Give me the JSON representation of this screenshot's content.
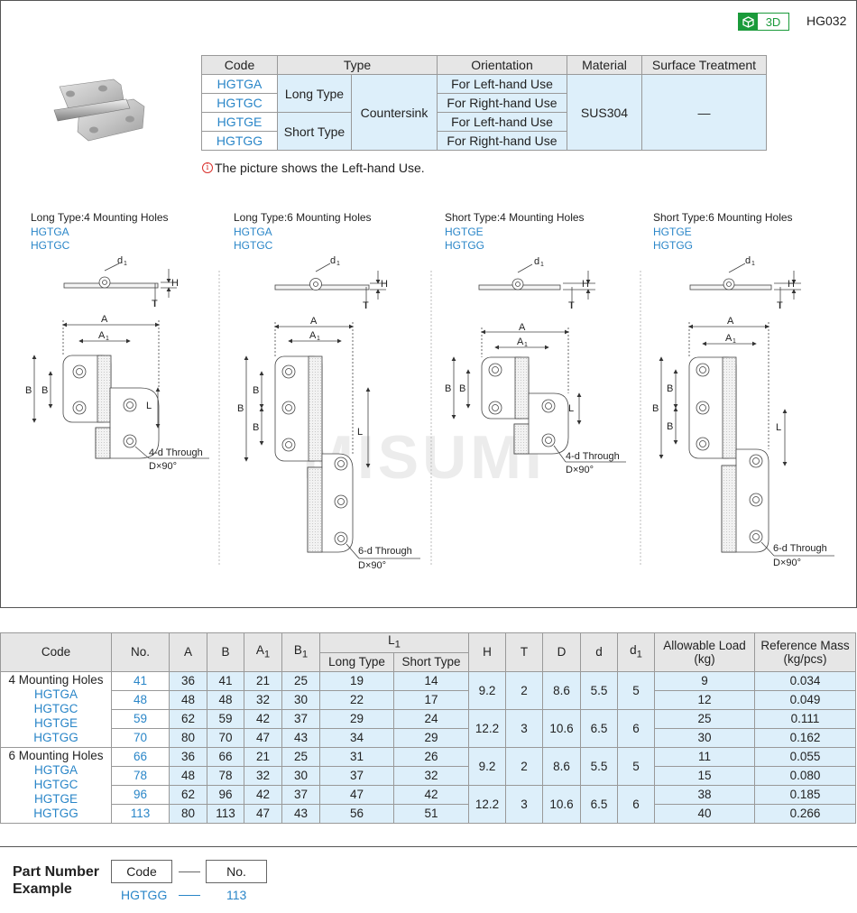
{
  "header": {
    "badge_label": "3D",
    "model": "HG032"
  },
  "spec_table": {
    "headers": [
      "Code",
      "Type",
      "Orientation",
      "Material",
      "Surface Treatment"
    ],
    "codes": [
      "HGTGA",
      "HGTGC",
      "HGTGE",
      "HGTGG"
    ],
    "types": [
      "Long Type",
      "Short Type"
    ],
    "sub_type": "Countersink",
    "orientations": [
      "For Left-hand Use",
      "For Right-hand Use",
      "For Left-hand Use",
      "For Right-hand Use"
    ],
    "material": "SUS304",
    "surface": "—"
  },
  "note": "The picture shows the Left-hand Use.",
  "drawings": [
    {
      "title": "Long Type:4 Mounting Holes",
      "codes": [
        "HGTGA",
        "HGTGC"
      ],
      "hole_label": "4-d Through",
      "csk_label": "D×90°"
    },
    {
      "title": "Long Type:6 Mounting Holes",
      "codes": [
        "HGTGA",
        "HGTGC"
      ],
      "hole_label": "6-d Through",
      "csk_label": "D×90°"
    },
    {
      "title": "Short Type:4 Mounting Holes",
      "codes": [
        "HGTGE",
        "HGTGG"
      ],
      "hole_label": "4-d Through",
      "csk_label": "D×90°"
    },
    {
      "title": "Short Type:6 Mounting Holes",
      "codes": [
        "HGTGE",
        "HGTGG"
      ],
      "hole_label": "6-d Through",
      "csk_label": "D×90°"
    }
  ],
  "dim_labels": {
    "d1": "d",
    "sub1": "1",
    "A": "A",
    "B": "B",
    "H": "H",
    "T": "T",
    "L": "L"
  },
  "watermark": "MISUMI",
  "data_table": {
    "headers": {
      "code": "Code",
      "no": "No.",
      "A": "A",
      "B": "B",
      "A1": "A",
      "B1": "B",
      "sub1": "1",
      "L1": "L",
      "long": "Long Type",
      "short": "Short Type",
      "H": "H",
      "T": "T",
      "D": "D",
      "d": "d",
      "d1": "d",
      "load": "Allowable Load",
      "load_unit": "(kg)",
      "mass": "Reference Mass",
      "mass_unit": "(kg/pcs)"
    },
    "groups": [
      {
        "label": "4 Mounting Holes",
        "codes": [
          "HGTGA",
          "HGTGC",
          "HGTGE",
          "HGTGG"
        ],
        "rows": [
          {
            "no": "41",
            "A": "36",
            "B": "41",
            "A1": "21",
            "B1": "25",
            "L1_long": "19",
            "L1_short": "14",
            "load": "9",
            "mass": "0.034"
          },
          {
            "no": "48",
            "A": "48",
            "B": "48",
            "A1": "32",
            "B1": "30",
            "L1_long": "22",
            "L1_short": "17",
            "load": "12",
            "mass": "0.049"
          },
          {
            "no": "59",
            "A": "62",
            "B": "59",
            "A1": "42",
            "B1": "37",
            "L1_long": "29",
            "L1_short": "24",
            "load": "25",
            "mass": "0.111"
          },
          {
            "no": "70",
            "A": "80",
            "B": "70",
            "A1": "47",
            "B1": "43",
            "L1_long": "34",
            "L1_short": "29",
            "load": "30",
            "mass": "0.162"
          }
        ],
        "pairs": [
          {
            "H": "9.2",
            "T": "2",
            "D": "8.6",
            "d": "5.5",
            "d1": "5"
          },
          {
            "H": "12.2",
            "T": "3",
            "D": "10.6",
            "d": "6.5",
            "d1": "6"
          }
        ]
      },
      {
        "label": "6 Mounting Holes",
        "codes": [
          "HGTGA",
          "HGTGC",
          "HGTGE",
          "HGTGG"
        ],
        "rows": [
          {
            "no": "66",
            "A": "36",
            "B": "66",
            "A1": "21",
            "B1": "25",
            "L1_long": "31",
            "L1_short": "26",
            "load": "11",
            "mass": "0.055"
          },
          {
            "no": "78",
            "A": "48",
            "B": "78",
            "A1": "32",
            "B1": "30",
            "L1_long": "37",
            "L1_short": "32",
            "load": "15",
            "mass": "0.080"
          },
          {
            "no": "96",
            "A": "62",
            "B": "96",
            "A1": "42",
            "B1": "37",
            "L1_long": "47",
            "L1_short": "42",
            "load": "38",
            "mass": "0.185"
          },
          {
            "no": "113",
            "A": "80",
            "B": "113",
            "A1": "47",
            "B1": "43",
            "L1_long": "56",
            "L1_short": "51",
            "load": "40",
            "mass": "0.266"
          }
        ],
        "pairs": [
          {
            "H": "9.2",
            "T": "2",
            "D": "8.6",
            "d": "5.5",
            "d1": "5"
          },
          {
            "H": "12.2",
            "T": "3",
            "D": "10.6",
            "d": "6.5",
            "d1": "6"
          }
        ]
      }
    ]
  },
  "part_number": {
    "label_line1": "Part Number",
    "label_line2": "Example",
    "code_label": "Code",
    "no_label": "No.",
    "code_value": "HGTGG",
    "no_value": "113"
  }
}
